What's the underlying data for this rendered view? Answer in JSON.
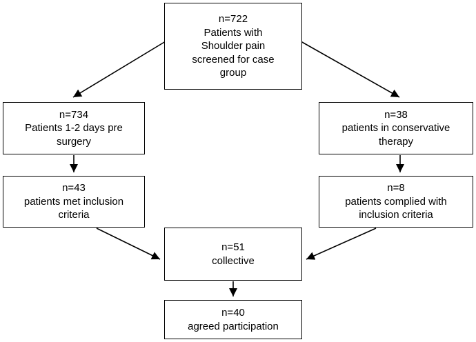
{
  "diagram": {
    "type": "patient-flow-chart",
    "boxes": {
      "screened": {
        "text": "n=722\nPatients with\nShoulder pain\nscreened for case\ngroup"
      },
      "pre_surgery": {
        "text": "n=734\nPatients 1-2 days pre\nsurgery"
      },
      "conservative": {
        "text": "n=38\npatients in conservative\ntherapy"
      },
      "met_inclusion": {
        "text": "n=43\npatients met inclusion\ncriteria"
      },
      "complied": {
        "text": "n=8\npatients complied with\ninclusion criteria"
      },
      "collective": {
        "text": "n=51\ncollective"
      },
      "agreed": {
        "text": "n=40\nagreed participation"
      }
    },
    "colors": {
      "background": "#ffffff",
      "box_fill": "#ffffff",
      "box_border": "#000000",
      "arrow": "#000000"
    }
  }
}
